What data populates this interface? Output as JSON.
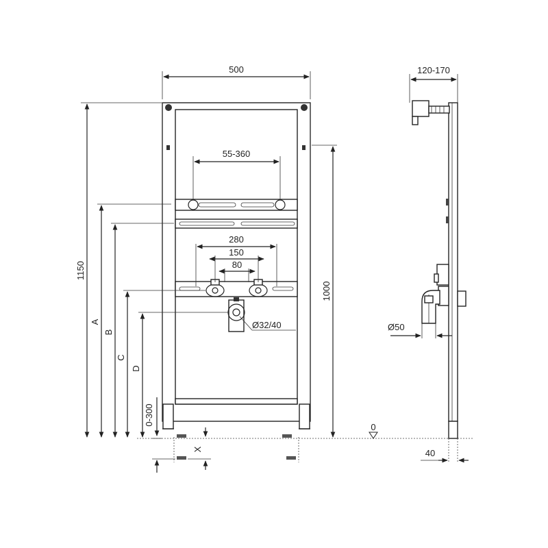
{
  "front_view": {
    "width_label": "500",
    "height_label": "1150",
    "spacing_top_label": "55-360",
    "spacing_280_label": "280",
    "spacing_150_label": "150",
    "spacing_80_label": "80",
    "drain_label": "Ø32/40",
    "height_1000_label": "1000",
    "dim_a_label": "A",
    "dim_b_label": "B",
    "dim_c_label": "C",
    "dim_d_label": "D",
    "adjust_label": "0-300",
    "x_label": "X"
  },
  "side_view": {
    "depth_label": "120-170",
    "pipe_label": "Ø50",
    "zero_label": "0",
    "foot_label": "40"
  }
}
